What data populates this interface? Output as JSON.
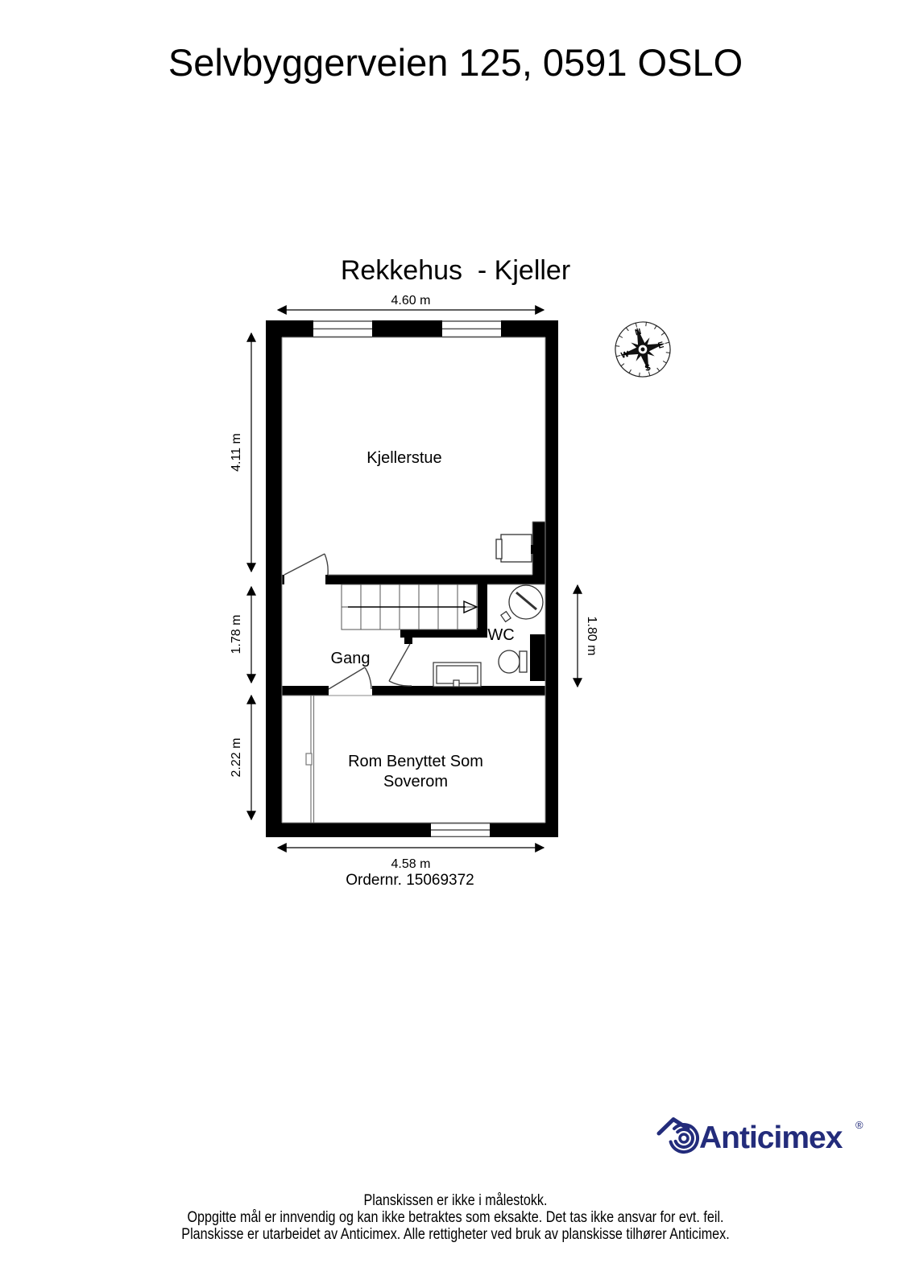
{
  "page": {
    "title": "Selvbyggerveien 125, 0591 OSLO",
    "plan_title": "Rekkehus  - Kjeller",
    "order_number": "Ordernr. 15069372"
  },
  "rooms": {
    "kjellerstue": "Kjellerstue",
    "gang": "Gang",
    "wc": "WC",
    "soverom_line1": "Rom Benyttet Som",
    "soverom_line2": "Soverom"
  },
  "dimensions": {
    "top_width": "4.60 m",
    "bottom_width": "4.58 m",
    "kjellerstue_height": "4.11 m",
    "gang_height": "1.78 m",
    "soverom_height": "2.22 m",
    "wc_height": "1.80 m"
  },
  "compass": {
    "north": "N",
    "east": "E",
    "south": "S",
    "west": "W"
  },
  "branding": {
    "logo_text": "Anticimex",
    "registered_mark": "®",
    "logo_color": "#232c7b"
  },
  "footer": {
    "line1": "Planskissen er ikke i målestokk.",
    "line2": "Oppgitte mål er innvendig og kan ikke betraktes som eksakte. Det tas ikke ansvar for evt. feil.",
    "line3": "Planskisse er utarbeidet av Anticimex. Alle rettigheter ved bruk av planskisse tilhører Anticimex."
  }
}
